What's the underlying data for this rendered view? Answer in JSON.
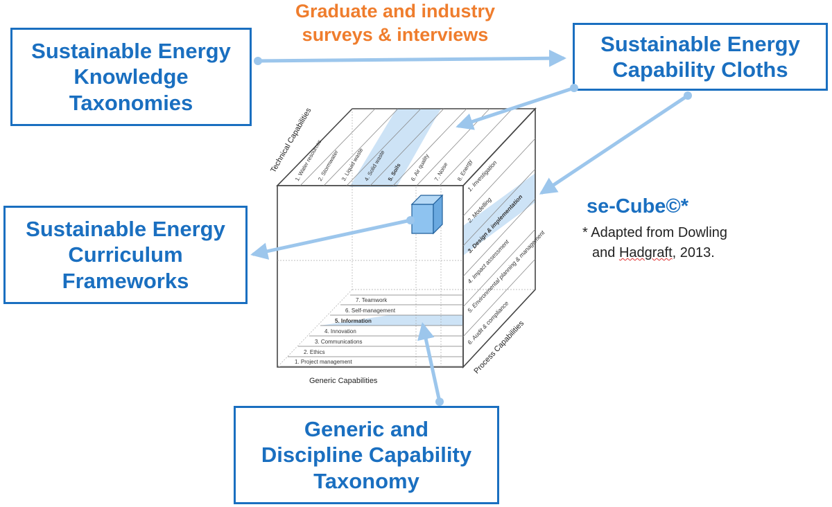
{
  "boxes": {
    "knowledge": [
      "Sustainable Energy",
      "Knowledge",
      "Taxonomies"
    ],
    "cloths": [
      "Sustainable Energy",
      "Capability Cloths"
    ],
    "curriculum": [
      "Sustainable Energy",
      "Curriculum",
      "Frameworks"
    ],
    "generic": [
      "Generic and",
      "Discipline Capability",
      "Taxonomy"
    ]
  },
  "surveys": [
    "Graduate and industry",
    "surveys & interviews"
  ],
  "secube": {
    "title": "se-Cube©*",
    "note_line1": "* Adapted from Dowling",
    "note_and": "and ",
    "note_author": "Hadgraft",
    "note_year": ",  2013."
  },
  "cube": {
    "technical_label": "Technical  Capabilities",
    "generic_label": "Generic Capabilities",
    "process_label": "Process Capabilities",
    "technical_items": [
      "1. Water resources",
      "2. Stormwater",
      "3. Liquid waste",
      "4. Solid waste",
      "5. Soils",
      "6. Air quality",
      "7. Noise",
      "8. Energy"
    ],
    "process_items": [
      "1. Investigation",
      "2. Modelling",
      "3. Design & implementation",
      "4. Impact assessment",
      "5. Environmental planning & management",
      "6. Audit & compliance"
    ],
    "generic_items": [
      "1. Project management",
      "2. Ethics",
      "3. Communications",
      "4. Innovation",
      "5. Information",
      "6. Self-management",
      "7. Teamwork"
    ],
    "highlight_color": "#cde3f6",
    "small_cube_color": "#8ec3f0"
  },
  "colors": {
    "box_border": "#1a6fc0",
    "title_blue": "#1a6fc0",
    "orange": "#ef7d2d",
    "arrow": "#9cc6ec"
  }
}
